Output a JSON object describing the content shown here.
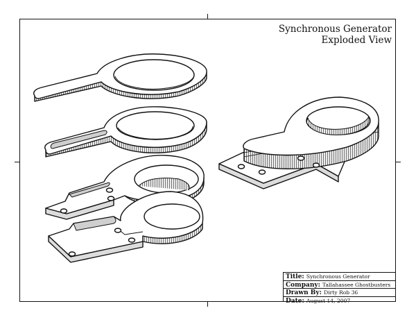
{
  "header": {
    "line1": "Synchronous Generator",
    "line2": "Exploded View"
  },
  "title_block": {
    "title_label": "Title:",
    "title_value": "Synchronous Generator",
    "company_label": "Company:",
    "company_value": "Tallahassee Ghostbusters",
    "drawn_label": "Drawn By:",
    "drawn_value": "Dirty Rob 36",
    "date_label": "Date:",
    "date_value": "August 14, 2007"
  },
  "style": {
    "line_color": "#111111",
    "fill_top": "#ffffff",
    "fill_side": "#e6e6e6",
    "fill_shadow": "#bdbdbd"
  }
}
